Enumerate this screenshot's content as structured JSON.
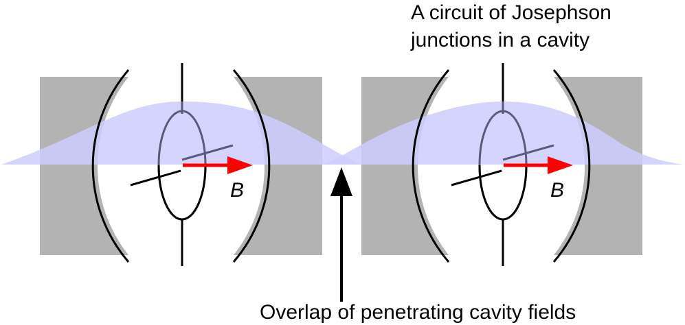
{
  "labels": {
    "circuit_line1": "A circuit of Josephson",
    "circuit_line2": "junctions in a cavity",
    "overlap": "Overlap of penetrating cavity fields"
  },
  "cavities": [
    {
      "field_label": "B"
    },
    {
      "field_label": "B"
    }
  ],
  "colors": {
    "mirror_block": "#b3b3b3",
    "field": "#ccccff",
    "field_arrow": "#ff0000",
    "line": "#000000",
    "circuit_line": "#5a5a7a"
  }
}
